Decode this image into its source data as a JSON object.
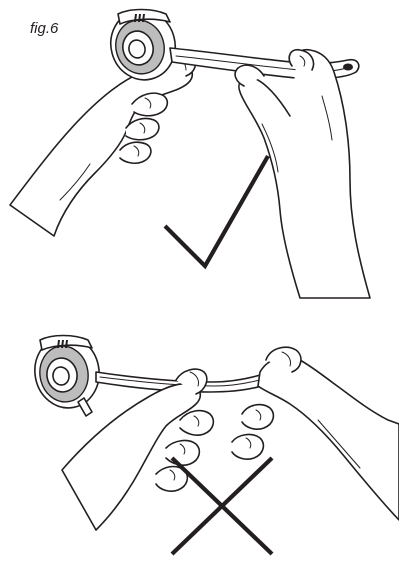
{
  "figure": {
    "label": "fig.6"
  },
  "colors": {
    "ink": "#231f20",
    "background": "#ffffff",
    "earcup_shade": "#bdbdbd"
  },
  "panels": [
    {
      "id": "correct",
      "mark_icon": "checkmark-icon"
    },
    {
      "id": "incorrect",
      "mark_icon": "cross-icon"
    }
  ]
}
